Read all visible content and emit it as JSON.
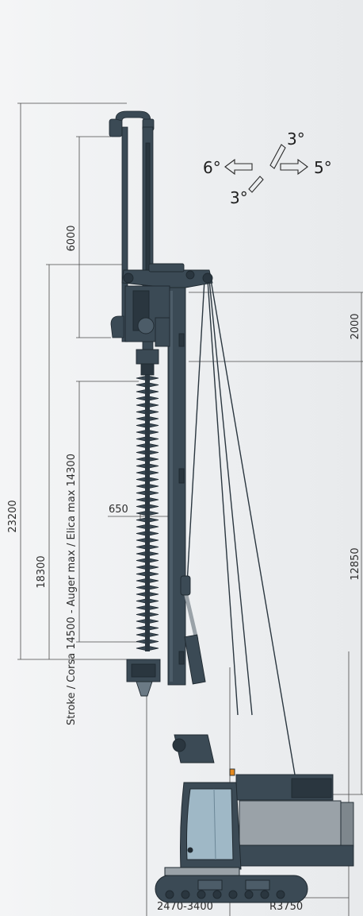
{
  "dimensions": {
    "total_height": "23200",
    "mast_height": "18300",
    "stroke": "Stroke / Corsa 14500  -  Auger max / Elica max 14300",
    "head_travel": "6000",
    "top_section": "2000",
    "cable_height": "12850",
    "auger_offset": "650",
    "track_width": "2470-3400",
    "tail_radius": "R3750"
  },
  "angles": {
    "forward": "3°",
    "left": "6°",
    "right": "5°",
    "back": "3°"
  },
  "colors": {
    "machine": "#3b4a55",
    "machine_dark": "#2a363f",
    "cab_glass": "#9fb8c6",
    "body_grey": "#9aa2a8",
    "dimension_line": "#4a4a4a",
    "warning_light": "#e58a1f"
  }
}
